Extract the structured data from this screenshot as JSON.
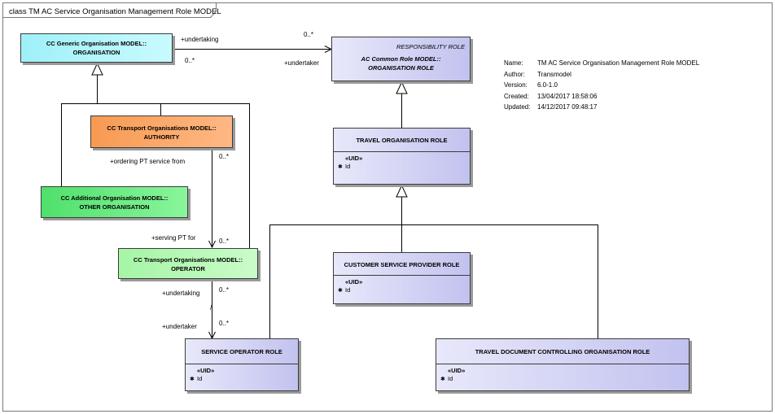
{
  "diagram": {
    "title": "class TM AC Service Organisation Management Role MODEL",
    "info": [
      {
        "key": "Name:",
        "value": "TM AC Service Organisation Management Role MODEL"
      },
      {
        "key": "Author:",
        "value": "Transmodel"
      },
      {
        "key": "Version:",
        "value": "6.0-1.0"
      },
      {
        "key": "Created:",
        "value": "13/04/2017 18:58:06"
      },
      {
        "key": "Updated:",
        "value": "14/12/2017 09:48:17"
      }
    ]
  },
  "classes": {
    "organisation": {
      "line1": "CC Generic Organisation MODEL::",
      "line2": "ORGANISATION",
      "color": "#9ff0f8"
    },
    "authority": {
      "line1": "CC Transport Organisations MODEL::",
      "line2": "AUTHORITY",
      "color": "#f79a52"
    },
    "other_organisation": {
      "line1": "CC Additional Organisation MODEL::",
      "line2": "OTHER ORGANISATION",
      "color": "#4fe06b"
    },
    "operator": {
      "line1": "CC Transport Organisations MODEL::",
      "line2": "OPERATOR",
      "color": "#a6f5a6"
    },
    "responsibility_role": {
      "stereotype": "RESPONSIBILITY ROLE",
      "line1": "AC Common Role MODEL::",
      "line2": "ORGANISATION ROLE",
      "color": "#c2c2ef"
    },
    "travel_organisation_role": {
      "name": "TRAVEL ORGANISATION ROLE",
      "uid": "«UID»",
      "attr": "Id",
      "marker": "✱"
    },
    "customer_service_provider_role": {
      "name": "CUSTOMER SERVICE PROVIDER ROLE",
      "uid": "«UID»",
      "attr": "Id",
      "marker": "✱"
    },
    "service_operator_role": {
      "name": "SERVICE OPERATOR ROLE",
      "uid": "«UID»",
      "attr": "Id",
      "marker": "✱"
    },
    "travel_document_role": {
      "name": "TRAVEL DOCUMENT CONTROLLING ORGANISATION ROLE",
      "uid": "«UID»",
      "attr": "Id",
      "marker": "✱"
    }
  },
  "labels": {
    "org_undertaking": "+undertaking",
    "org_mult_left": "0..*",
    "role_mult": "0..*",
    "role_undertaker": "+undertaker",
    "ordering": "+ordering PT service from",
    "auth_mult": "0..*",
    "serving": "+serving PT for",
    "op_mult_top": "0..*",
    "op_undertaking": "+undertaking",
    "op_mult_bottom": "0..*",
    "op_slash": "/",
    "sor_undertaker": "+undertaker",
    "sor_mult": "0..*"
  }
}
